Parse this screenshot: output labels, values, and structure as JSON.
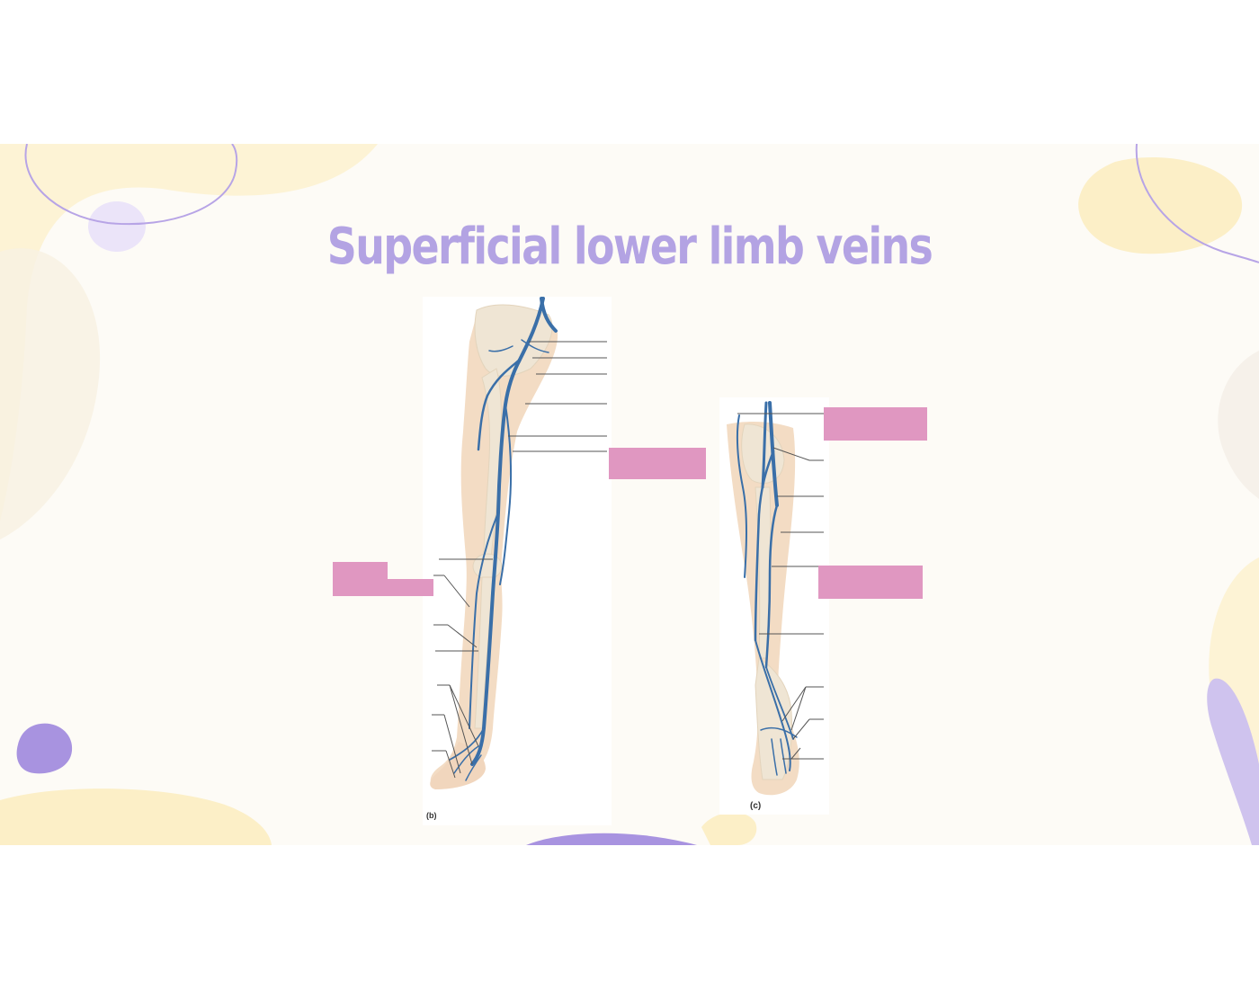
{
  "slide": {
    "title": "Superficial lower limb veins",
    "title_color": "#b3a3e3",
    "background": "#fdfbf6",
    "accent_yellow": "#fcefc7",
    "accent_purple": "#a893e0",
    "accent_lavender": "#ebe4f9"
  },
  "figure": {
    "panel_b_label": "(b)",
    "panel_c_label": "(c)",
    "vein_color": "#3a6fa8",
    "skin_color": "#f3dcc4",
    "bone_color": "#efe5d4",
    "label_box_color": "#e097c1"
  }
}
